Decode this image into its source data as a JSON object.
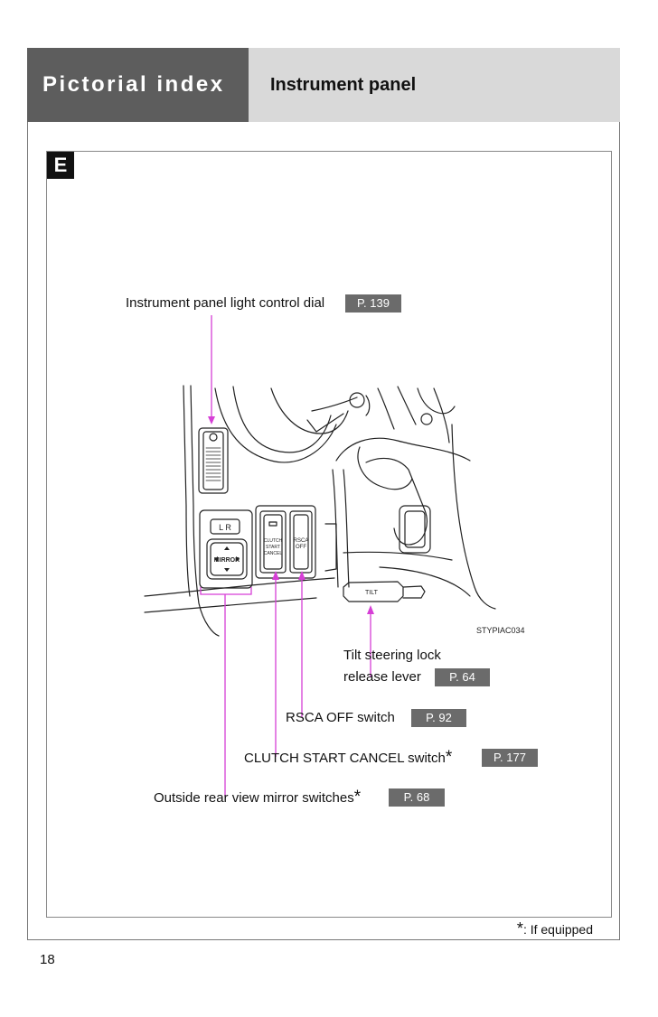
{
  "header": {
    "section": "Pictorial index",
    "title": "Instrument panel"
  },
  "section_letter": "E",
  "callouts": {
    "light_dial": {
      "label": "Instrument panel light control dial",
      "page_ref": "P. 139"
    },
    "tilt_lever": {
      "label_line1": "Tilt steering lock",
      "label_line2": "release lever",
      "page_ref": "P. 64"
    },
    "rsca_off": {
      "label": "RSCA OFF switch",
      "page_ref": "P. 92"
    },
    "clutch_cancel": {
      "label": "CLUTCH START CANCEL switch",
      "asterisk": "*",
      "page_ref": "P. 177"
    },
    "mirror_switches": {
      "label": "Outside rear view mirror switches",
      "asterisk": "*",
      "page_ref": "P. 68"
    }
  },
  "illustration": {
    "figure_code": "STYPIAC034",
    "mirror_lr_label": "L  R",
    "mirror_label": "MIRROR",
    "clutch_switch_text": [
      "CLUTCH",
      "START",
      "CANCEL"
    ],
    "rsca_switch_text": [
      "RSCA",
      "OFF"
    ],
    "tilt_label": "TILT",
    "callout_color": "#d63fd6"
  },
  "footnote": {
    "asterisk": "*",
    "text": ": If equipped"
  },
  "page_number": "18"
}
